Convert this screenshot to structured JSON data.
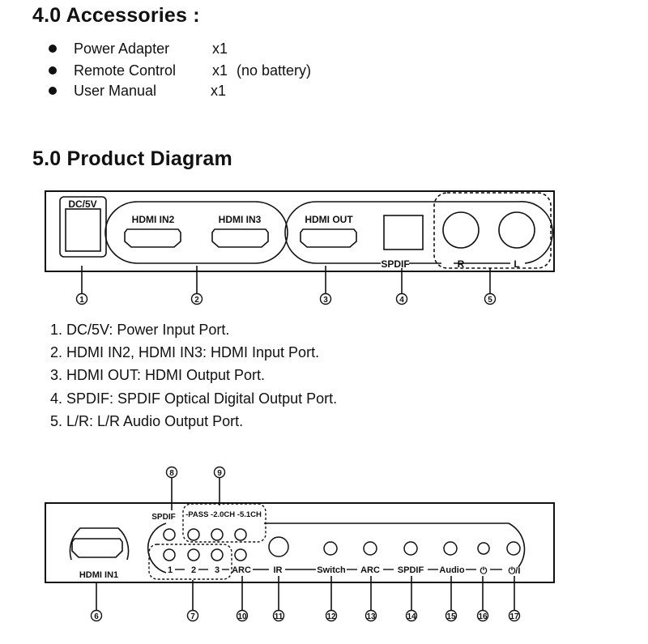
{
  "accessories": {
    "heading": "4.0 Accessories :",
    "items": [
      {
        "name": "Power Adapter",
        "qty": "x1",
        "note": ""
      },
      {
        "name": "Remote Control",
        "qty": "x1",
        "note": "(no battery)"
      },
      {
        "name": "User Manual",
        "qty": "x1",
        "note": ""
      }
    ]
  },
  "product_diagram": {
    "heading": "5.0 Product Diagram",
    "rear_panel": {
      "labels": {
        "dc": "DC/5V",
        "hdmi_in2": "HDMI IN2",
        "hdmi_in3": "HDMI IN3",
        "hdmi_out": "HDMI OUT",
        "spdif": "SPDIF",
        "r": "R",
        "l": "L"
      },
      "callouts": [
        "1",
        "2",
        "3",
        "4",
        "5"
      ]
    },
    "descriptions": [
      "1.  DC/5V: Power Input Port.",
      "2.  HDMI IN2, HDMI IN3: HDMI Input Port.",
      "3.  HDMI OUT: HDMI Output Port.",
      "4.  SPDIF:  SPDIF Optical Digital Output Port.",
      "5.  L/R: L/R Audio Output Port."
    ],
    "front_panel": {
      "labels": {
        "hdmi_in1": "HDMI IN1",
        "spdif_top": "SPDIF",
        "pass_row": "-PASS -2.0CH -5.1CH",
        "in1": "1",
        "in2": "2",
        "in3": "3",
        "arc_led": "ARC",
        "ir": "IR",
        "switch": "Switch",
        "arc": "ARC",
        "spdif": "SPDIF",
        "audio": "Audio",
        "standby": "⏻",
        "power": "⏻/I"
      },
      "callouts": [
        "6",
        "7",
        "8",
        "9",
        "10",
        "11",
        "12",
        "13",
        "14",
        "15",
        "16",
        "17"
      ]
    }
  }
}
